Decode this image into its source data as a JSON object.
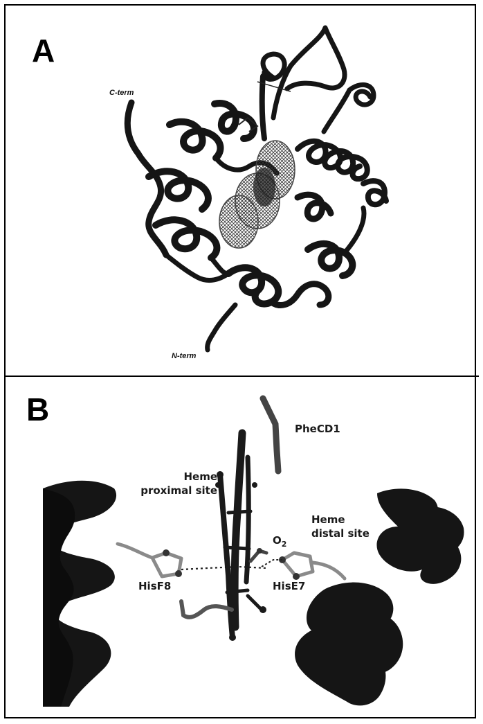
{
  "panel_a": {
    "letter": "A",
    "c_term_label": "C-term",
    "n_term_label": "N-term"
  },
  "panel_b": {
    "letter": "B",
    "phecd1_label": "PheCD1",
    "heme_proximal_label_line1": "Heme",
    "heme_proximal_label_line2": "proximal site",
    "heme_distal_label_line1": "Heme",
    "heme_distal_label_line2": "distal site",
    "o2_label": "O",
    "o2_subscript": "2",
    "hisf8_label": "HisF8",
    "hise7_label": "HisE7"
  },
  "colors": {
    "ink": "#111111",
    "ribbon_dark": "#151515",
    "mesh_gray": "#6a6a6a",
    "stick_gray": "#8a8a8a"
  }
}
